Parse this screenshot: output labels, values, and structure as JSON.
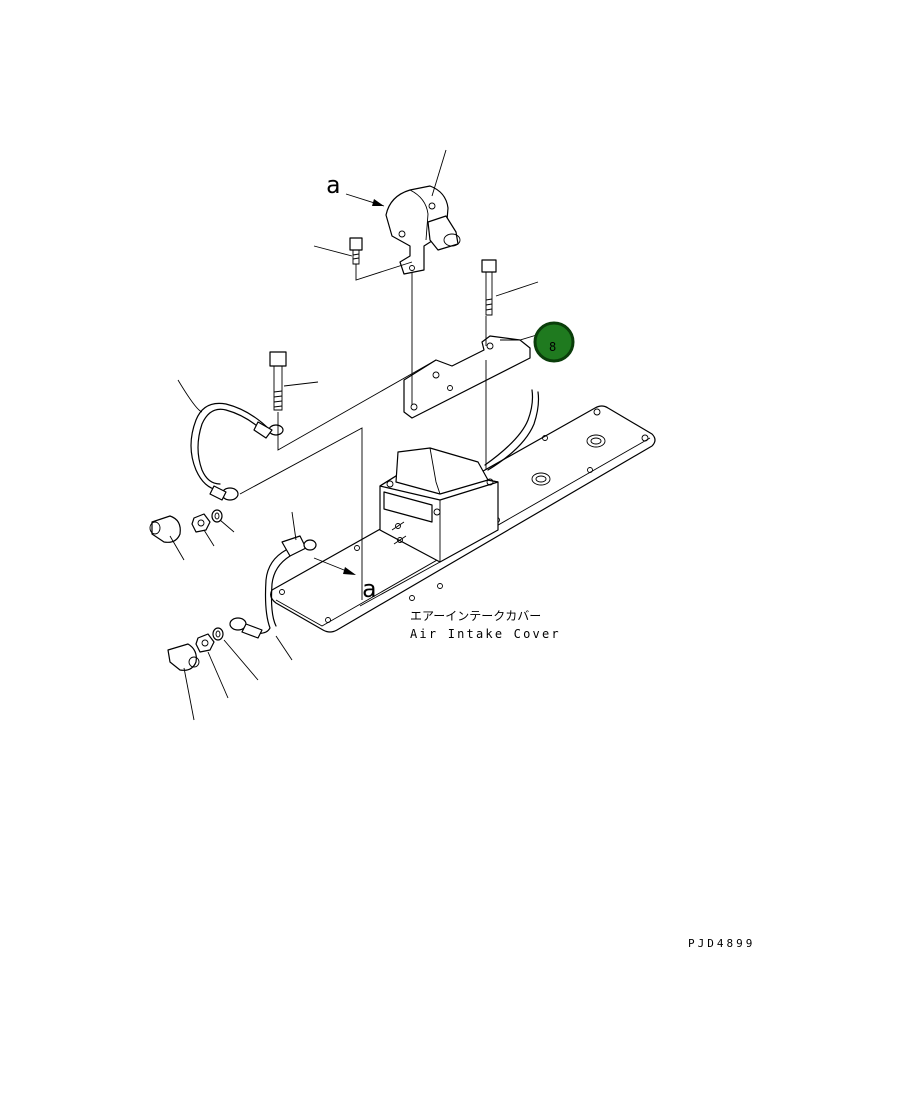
{
  "labels": {
    "view_marker_top": "a",
    "view_marker_bottom": "a",
    "cover_jp": "エアーインテークカバー",
    "cover_en": "Air Intake Cover",
    "drawing_code": "PJD4899"
  },
  "callout": {
    "number": "8",
    "fill_color": "#1f7a1f",
    "ring_color": "#0a3d0a",
    "text_color": "#ffffff"
  }
}
